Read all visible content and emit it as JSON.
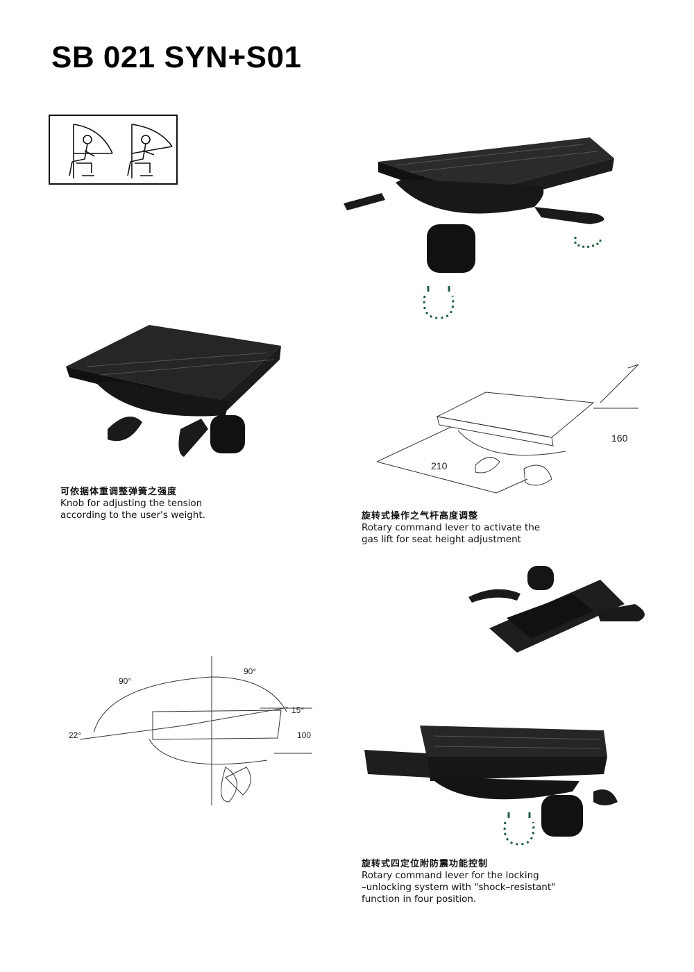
{
  "title": "SB 021 SYN+S01",
  "captions": {
    "knob": {
      "cn": "可依据体重调整弹簧之强度",
      "en": [
        "Knob for adjusting the tension",
        "according to the user's weight."
      ]
    },
    "gas_lift": {
      "cn": "旋转式操作之气杆高度调整",
      "en": [
        "Rotary command lever to activate the",
        "gas lift for seat height adjustment"
      ]
    },
    "locking": {
      "cn": "旋转式四定位附防震功能控制",
      "en": [
        "Rotary command lever for the locking",
        "–unlocking system with \"shock–resistant\"",
        "function in four position."
      ]
    }
  },
  "dimensions": {
    "depth": "160",
    "width": "210",
    "tilt_back": "90°",
    "tilt_front": "90°",
    "seat_angle": "15°",
    "front_angle": "22°",
    "height": "100"
  },
  "colors": {
    "mechanism": "#1b1b1b",
    "arrow_green": "#1f5d3a",
    "line": "#333333"
  },
  "icons": [
    "posture-diagram-icon",
    "rotation-arrow-icon"
  ]
}
